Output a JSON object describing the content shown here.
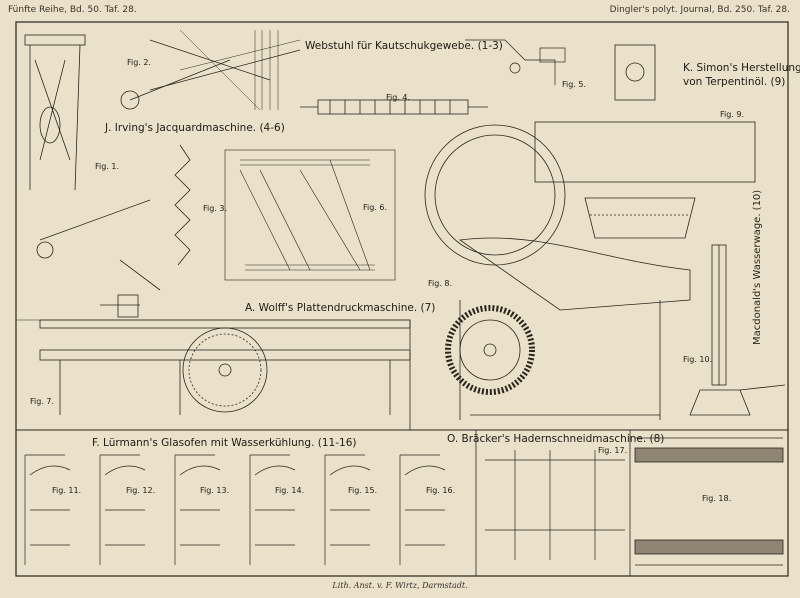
{
  "header": {
    "left": "Fünfte Reihe, Bd. 50. Taf. 28.",
    "right": "Dingler's polyt. Journal, Bd. 250. Taf. 28."
  },
  "titles": {
    "weaving": "Webstuhl für Kautschukgewebe. (1-3)",
    "jacquard": "J. Irving's Jacquardmaschine. (4-6)",
    "simon": "K. Simon's Herstellung",
    "simon2": "von Terpentinöl. (9)",
    "plate_press": "A. Wolff's Plattendruckmaschine. (7)",
    "glass_oven": "F. Lürmann's Glasofen mit Wasserkühlung. (11-16)",
    "rag_cutter": "O. Bräcker's Hadernschneidmaschine. (8)",
    "water_scale": "Macdonald's Wasserwage. (10)"
  },
  "figures": {
    "f1": "Fig. 1.",
    "f2": "Fig. 2.",
    "f3": "Fig. 3.",
    "f4": "Fig. 4.",
    "f5": "Fig. 5.",
    "f6": "Fig. 6.",
    "f7": "Fig. 7.",
    "f8": "Fig. 8.",
    "f9": "Fig. 9.",
    "f10": "Fig. 10.",
    "f11": "Fig. 11.",
    "f12": "Fig. 12.",
    "f13": "Fig. 13.",
    "f14": "Fig. 14.",
    "f15": "Fig. 15.",
    "f16": "Fig. 16.",
    "f17": "Fig. 17.",
    "f18": "Fig. 18."
  },
  "footer": "Lith. Anst. v. F. Wirtz, Darmstadt."
}
